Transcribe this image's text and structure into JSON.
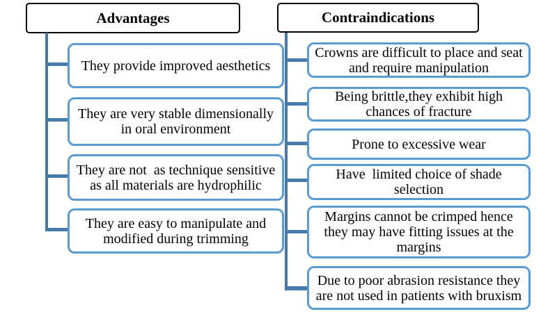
{
  "figure_title": "Advantages vs Contraindications diagram",
  "colors": {
    "background": "#ffffff",
    "box_fill": "#ffffff",
    "box_border": "#5b9bd5",
    "connector": "#4379ab",
    "header_border": "#000000",
    "text": "#000000"
  },
  "columns": [
    {
      "id": "advantages",
      "header": "Advantages",
      "items": [
        "They provide improved aesthetics",
        "They are very stable dimensionally\nin oral environment",
        "They are not  as technique sensitive\nas all materials are hydrophilic",
        "They are easy to manipulate and\nmodified during trimming"
      ]
    },
    {
      "id": "contraindications",
      "header": "Contraindications",
      "items": [
        "Crowns are difficult to place and seat\nand require manipulation",
        "Being brittle,they exhibit high\nchances of fracture",
        "Prone to excessive wear",
        "Have  limited choice of shade\nselection",
        "Margins cannot be crimped hence\nthey may have fitting issues at the\nmargins",
        "Due to poor abrasion resistance they\nare not used in patients with bruxism"
      ]
    }
  ]
}
